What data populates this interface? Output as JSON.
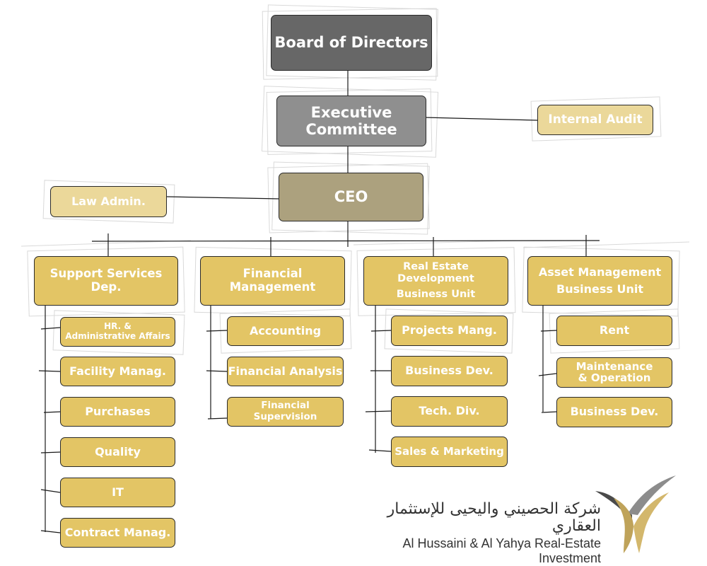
{
  "nodes": {
    "board": {
      "label": "Board of Directors"
    },
    "executive": {
      "line1": "Executive",
      "line2": "Committee"
    },
    "internal_audit": {
      "label": "Internal Audit"
    },
    "ceo": {
      "label": "CEO"
    },
    "law_admin": {
      "label": "Law Admin."
    }
  },
  "departments": [
    {
      "label_lines": [
        "Support Services Dep."
      ],
      "children": [
        {
          "lines": [
            "HR. &",
            "Administrative Affairs"
          ]
        },
        {
          "lines": [
            "Facility Manag."
          ]
        },
        {
          "lines": [
            "Purchases"
          ]
        },
        {
          "lines": [
            "Quality"
          ]
        },
        {
          "lines": [
            "IT"
          ]
        },
        {
          "lines": [
            "Contract Manag."
          ]
        }
      ]
    },
    {
      "label_lines": [
        "Financial Management"
      ],
      "children": [
        {
          "lines": [
            "Accounting"
          ]
        },
        {
          "lines": [
            "Financial Analysis"
          ]
        },
        {
          "lines": [
            "Financial Supervision"
          ]
        }
      ]
    },
    {
      "label_lines": [
        "Real Estate Development",
        "Business Unit"
      ],
      "children": [
        {
          "lines": [
            "Projects Mang."
          ]
        },
        {
          "lines": [
            "Business Dev."
          ]
        },
        {
          "lines": [
            "Tech. Div."
          ]
        },
        {
          "lines": [
            "Sales & Marketing"
          ]
        }
      ]
    },
    {
      "label_lines": [
        "Asset Management",
        "Business Unit"
      ],
      "children": [
        {
          "lines": [
            "Rent"
          ]
        },
        {
          "lines": [
            "Maintenance",
            "& Operation"
          ]
        },
        {
          "lines": [
            "Business Dev."
          ]
        }
      ]
    }
  ],
  "brand": {
    "arabic": "شركة الحصيني واليحيى للإستثمار العقاري",
    "english": "Al Hussaini & Al Yahya Real-Estate Investment"
  },
  "colors": {
    "gold": "#e3c565",
    "gold_light": "#ebd89a",
    "dark_gray": "#676767",
    "mid_gray": "#8f8f8f",
    "olive": "#aca17e"
  }
}
